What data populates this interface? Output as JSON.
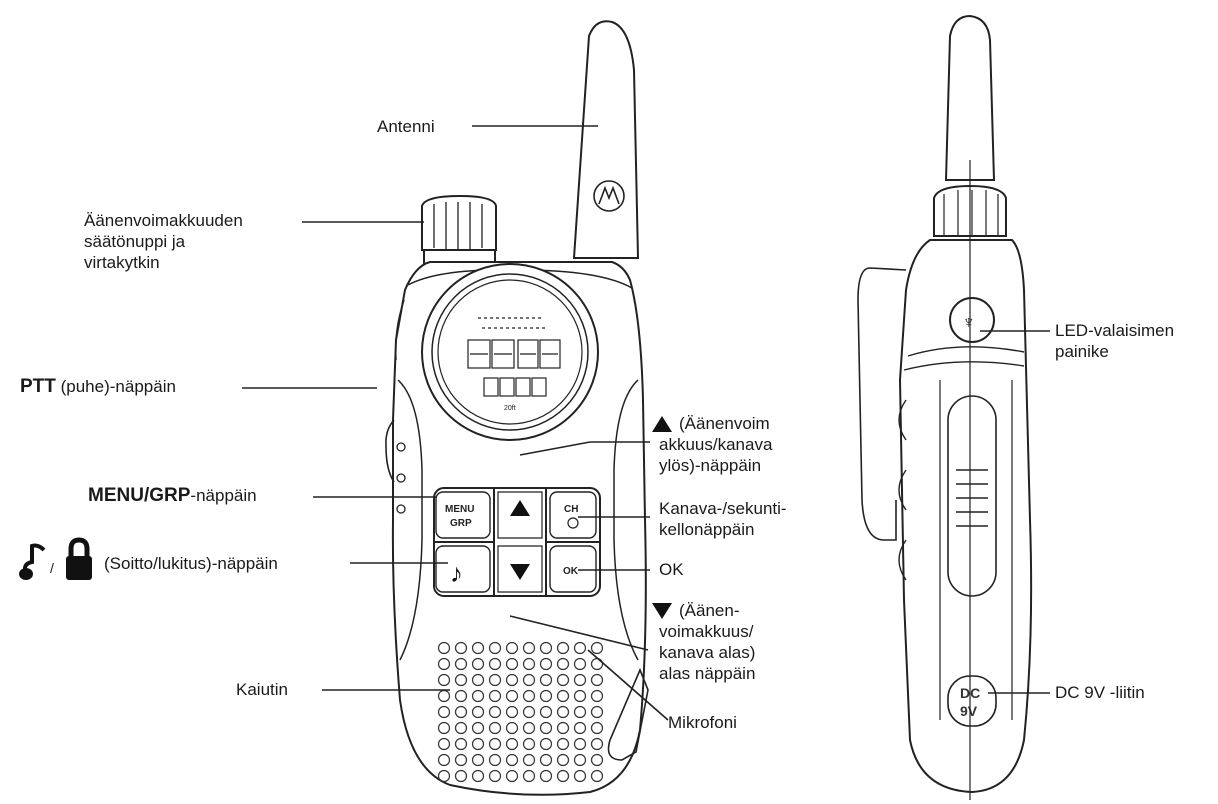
{
  "labels": {
    "antenna": "Antenni",
    "volume_knob": [
      "Äänenvoimakkuuden",
      "säätönuppi ja",
      "virtakytkin"
    ],
    "ptt_bold": "PTT",
    "ptt_rest": " (puhe)-näppäin",
    "menu_bold_1": "MENU",
    "menu_sep": "/",
    "menu_bold_2": "GRP",
    "menu_rest": "-näppäin",
    "ring_sep": "/",
    "ring_rest": "(Soitto/lukitus)-näppäin",
    "speaker": "Kaiutin",
    "up_key": [
      "(Äänenvoim",
      "akkuus/kanava",
      "ylös)-näppäin"
    ],
    "ch_key": [
      "Kanava-/sekunti-",
      "kellonäppäin"
    ],
    "ok": "OK",
    "down_key": [
      "(Äänen-",
      "voimakkuus/",
      "kanava alas)",
      "alas näppäin"
    ],
    "microphone": "Mikrofoni",
    "led_button": [
      "LED-valaisimen",
      "painike"
    ],
    "dc_jack": "DC 9V -liitin"
  },
  "device": {
    "key_menu": [
      "MENU",
      "GRP"
    ],
    "key_ch": "CH",
    "key_ok": "OK",
    "side_dc": [
      "DC",
      "9V"
    ]
  },
  "icons": [
    "note-icon",
    "lock-icon",
    "up-triangle-icon",
    "down-triangle-icon",
    "motorola-logo-icon",
    "led-icon"
  ]
}
